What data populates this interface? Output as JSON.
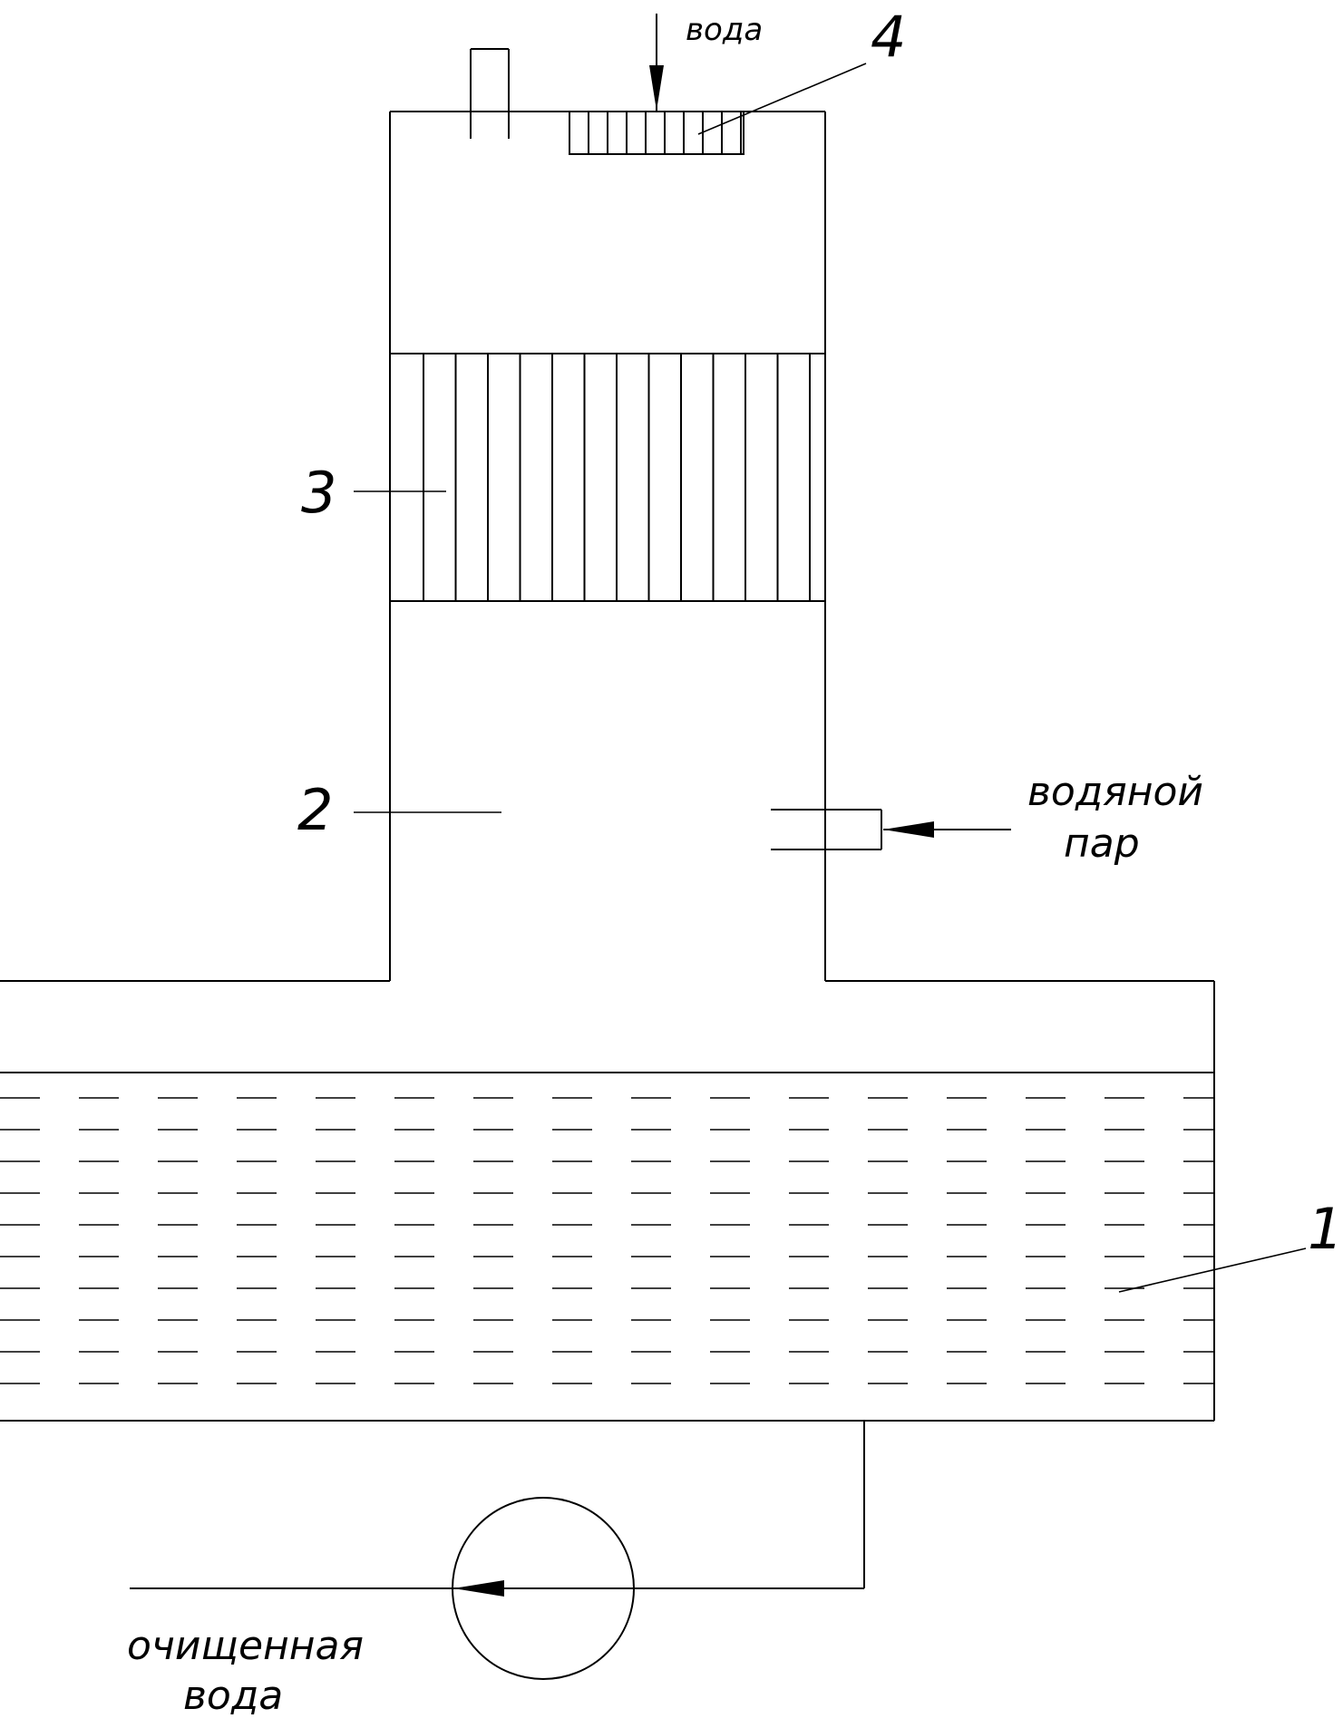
{
  "labels": {
    "tank": "1",
    "column_lower": "2",
    "packing": "3",
    "distributor": "4",
    "water_in": "вода",
    "steam_line1": "водяной",
    "steam_line2": "пар",
    "outlet_line1": "очищенная",
    "outlet_line2": "вода"
  },
  "colors": {
    "stroke": "#000000",
    "background": "#ffffff"
  }
}
